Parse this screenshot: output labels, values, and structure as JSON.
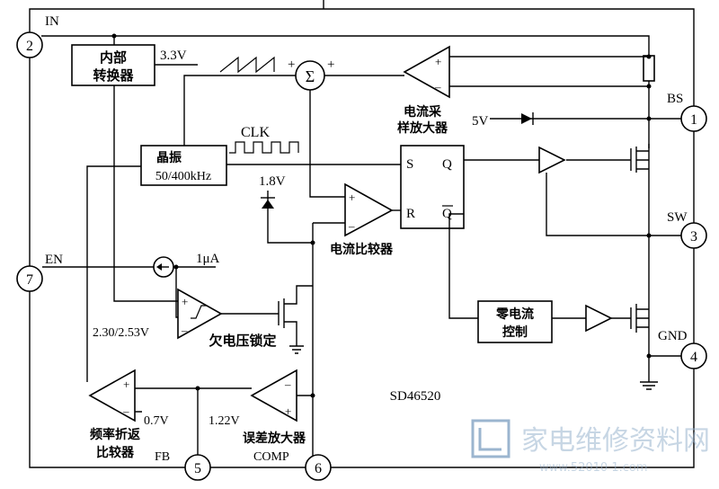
{
  "pins": {
    "in": {
      "num": "2",
      "label": "IN"
    },
    "bs": {
      "num": "1",
      "label": "BS"
    },
    "sw": {
      "num": "3",
      "label": "SW"
    },
    "gnd": {
      "num": "4",
      "label": "GND"
    },
    "en": {
      "num": "7",
      "label": "EN"
    },
    "fb": {
      "num": "5",
      "label": "FB"
    },
    "comp": {
      "num": "6",
      "label": "COMP"
    }
  },
  "blocks": {
    "converter": [
      "内部",
      "转换器"
    ],
    "oscillator": [
      "晶振",
      "50/400kHz"
    ],
    "zero_current": [
      "零电流",
      "控制"
    ],
    "sr_latch": {
      "s": "S",
      "r": "R",
      "q": "Q",
      "qbar": "Q"
    }
  },
  "labels": {
    "v33": "3.3V",
    "clk": "CLK",
    "sum": "Σ",
    "plus_a": "+",
    "plus_b": "+",
    "v18": "1.8V",
    "v5": "5V",
    "current_sense_amp": [
      "电流采",
      "样放大器"
    ],
    "current_comparator": "电流比较器",
    "current_source": "1μA",
    "uvlo_threshold": "2.30/2.53V",
    "uvlo": "欠电压锁定",
    "v07": "0.7V",
    "v122": "1.22V",
    "freq_foldback": [
      "频率折返",
      "比较器"
    ],
    "error_amp": "误差放大器",
    "chip": "SD46520"
  },
  "watermark": {
    "site": "家电维修资料网",
    "url": "www.52010 1.com"
  }
}
